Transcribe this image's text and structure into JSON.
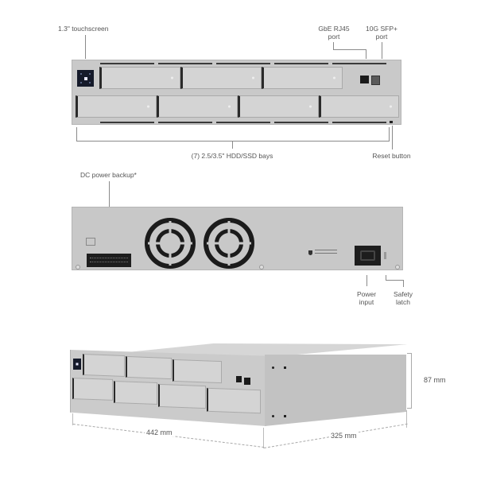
{
  "front_view": {
    "callouts": {
      "touchscreen": "1.3\" touchscreen",
      "rj45_line1": "GbE RJ45",
      "rj45_line2": "port",
      "sfp_line1": "10G SFP+",
      "sfp_line2": "port",
      "bays": "(7) 2.5/3.5\" HDD/SSD bays",
      "reset": "Reset button"
    },
    "top_row_bays": 3,
    "bottom_row_bays": 4
  },
  "rear_view": {
    "callouts": {
      "dc_backup": "DC power backup*",
      "power_line1": "Power",
      "power_line2": "input",
      "latch_line1": "Safety",
      "latch_line2": "latch"
    },
    "fans": 2
  },
  "perspective_view": {
    "dimensions": {
      "width": "442 mm",
      "depth": "325 mm",
      "height": "87 mm"
    }
  },
  "colors": {
    "chassis": "#c9c9c9",
    "bay": "#d4d4d4",
    "dark": "#1b1b1b",
    "label": "#555555"
  }
}
